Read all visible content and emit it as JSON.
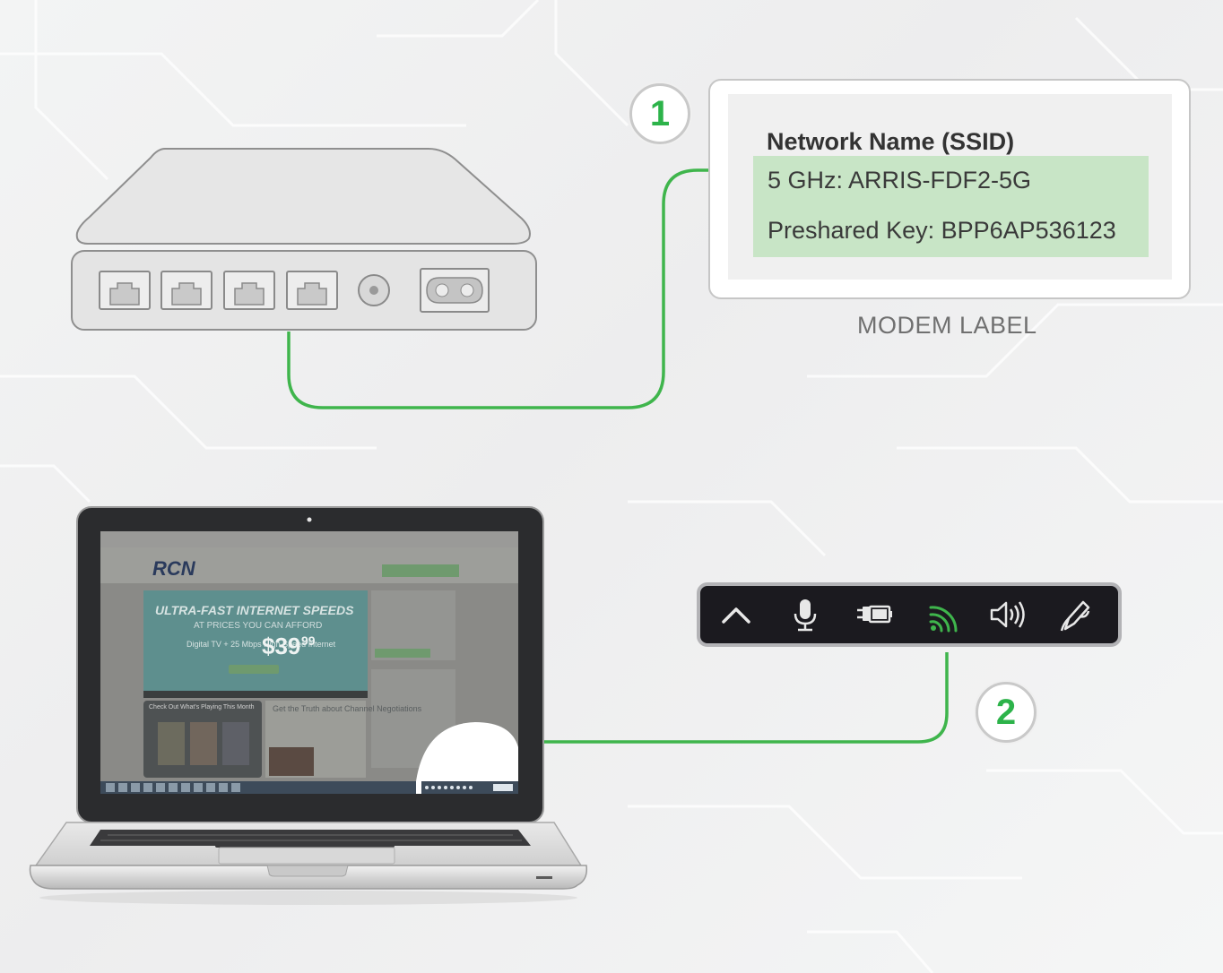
{
  "diagram": {
    "step1": "1",
    "step2": "2",
    "modem_label": {
      "title": "Network Name (SSID)",
      "ssid_line": "5 GHz: ARRIS-FDF2-5G",
      "key_line": "Preshared Key: BPP6AP536123",
      "caption": "MODEM LABEL"
    },
    "screen": {
      "logo": "RCN",
      "headline": "ULTRA-FAST INTERNET SPEEDS",
      "subhead": "AT PRICES YOU CAN AFFORD",
      "offer": "Digital TV + 25 Mbps High Speed Internet",
      "price_dollars": "$39",
      "price_cents": "99",
      "promo1": "Check Out What's Playing This Month",
      "promo2": "Get the Truth about Channel Negotiations"
    },
    "taskbar_icons": [
      "chevron-up-icon",
      "microphone-icon",
      "battery-plug-icon",
      "wifi-icon",
      "speaker-icon",
      "pen-icon"
    ]
  },
  "colors": {
    "accent_green": "#2db34a",
    "highlight_green": "#c8e5c6",
    "taskbar_dark": "#1b1a1f"
  }
}
